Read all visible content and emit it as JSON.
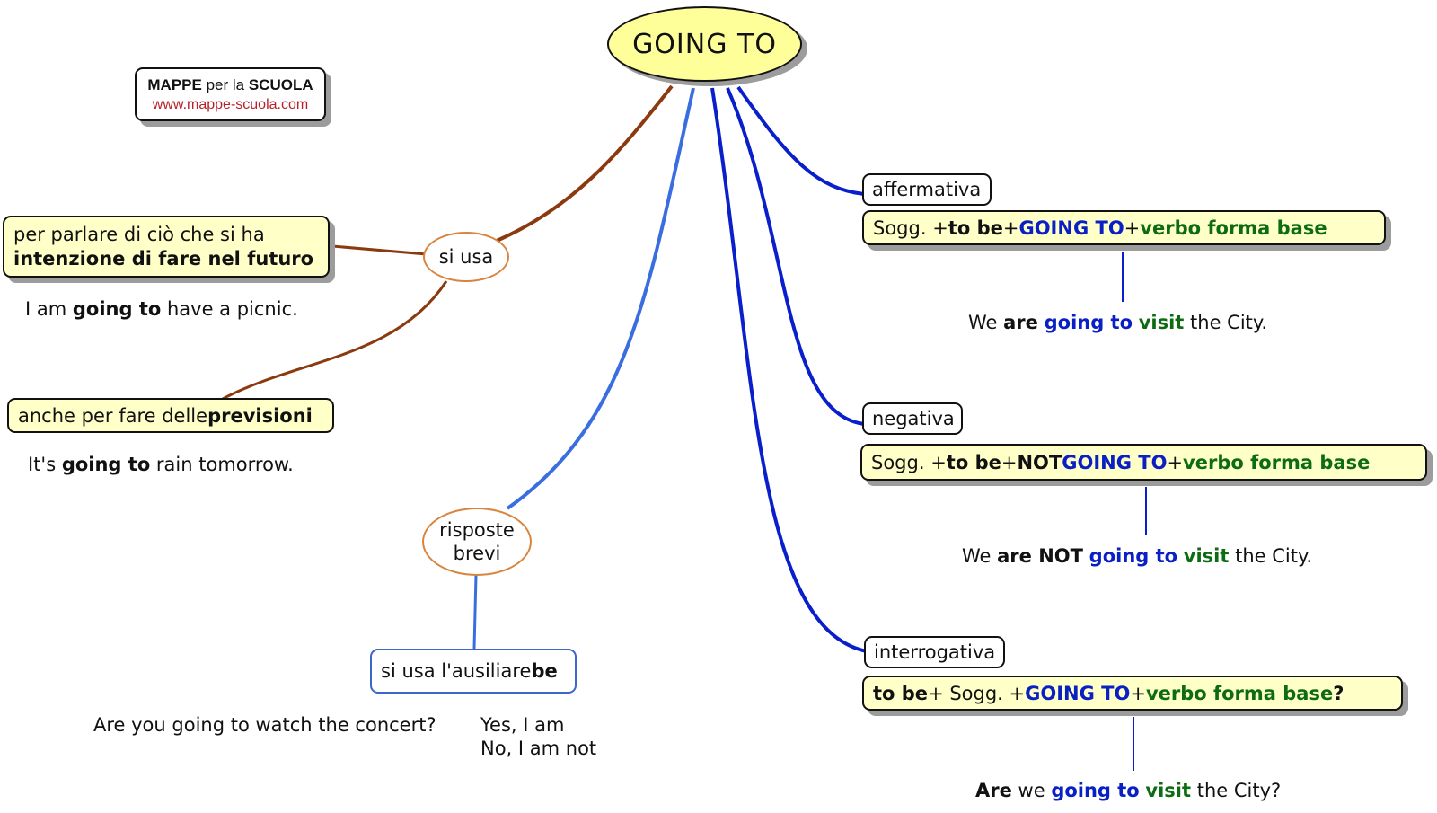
{
  "title": "GOING TO",
  "logo": {
    "brand_a": "MAPPE",
    "brand_mid": " per la ",
    "brand_b": "SCUOLA",
    "url": "www.mappe-scuola.com"
  },
  "uses": {
    "label": "si usa",
    "item1_line1": "per parlare di ciò che si ha",
    "item1_line2": "intenzione di fare nel futuro",
    "example1": {
      "pre": "I am ",
      "bold": "going to",
      "post": " have a picnic."
    },
    "item2": {
      "pre": "anche per fare delle ",
      "bold": "previsioni"
    },
    "example2": {
      "pre": "It's ",
      "bold": "going to",
      "post": " rain tomorrow."
    }
  },
  "short_answers": {
    "label_line1": "risposte",
    "label_line2": "brevi",
    "rule": {
      "pre": "si usa l'ausiliare ",
      "bold": "be"
    },
    "question": "Are you going to watch the concert?",
    "yes": "Yes, I am",
    "no": "No, I am not"
  },
  "affermativa": {
    "label": "affermativa",
    "formula": {
      "a": "Sogg. + ",
      "b": "to be",
      "c": " + ",
      "d": "GOING TO",
      "e": " + ",
      "f": "verbo forma base"
    },
    "example": {
      "a": "We ",
      "b": "are",
      "c": " ",
      "d": "going to",
      "e": " ",
      "f": "visit",
      "g": " the City."
    }
  },
  "negativa": {
    "label": "negativa",
    "formula": {
      "a": "Sogg. + ",
      "b": "to be",
      "c": " + ",
      "d": "NOT",
      "e": " ",
      "f": "GOING TO",
      "g": " + ",
      "h": "verbo forma base"
    },
    "example": {
      "a": "We ",
      "b": "are NOT",
      "c": " ",
      "d": "going to",
      "e": " ",
      "f": "visit",
      "g": " the City."
    }
  },
  "interrogativa": {
    "label": "interrogativa",
    "formula": {
      "a": "to be",
      "b": " + Sogg. + ",
      "c": "GOING TO",
      "d": " + ",
      "e": "verbo forma base",
      "f": " ?"
    },
    "example": {
      "a": "Are",
      "b": " we ",
      "c": "going to",
      "d": " ",
      "e": "visit",
      "f": " the City?"
    }
  },
  "colors": {
    "brown_link": "#8b3a0f",
    "blue_link": "#0a1fcc",
    "light_blue_link": "#3a6ee0",
    "node_fill": "#ffffc8",
    "title_fill": "#ffff99"
  }
}
